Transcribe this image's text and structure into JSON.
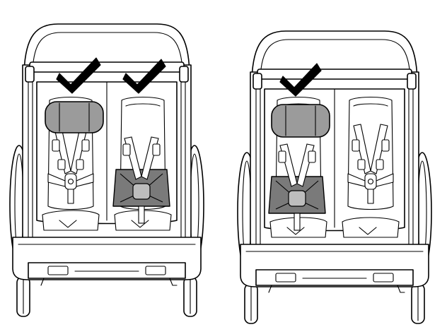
{
  "figure": {
    "panels": [
      {
        "name": "two-child-configuration",
        "headrest_position": "left",
        "harness_highlight": "right",
        "approved_positions": 2
      },
      {
        "name": "one-child-configuration",
        "headrest_position": "left",
        "harness_highlight": "left",
        "approved_positions": 1
      }
    ],
    "colors": {
      "line": "#000000",
      "background": "#ffffff",
      "headrest": "#9b9b9b",
      "harness": "#7a7a7a"
    },
    "icons": [
      "checkmark-icon"
    ]
  }
}
